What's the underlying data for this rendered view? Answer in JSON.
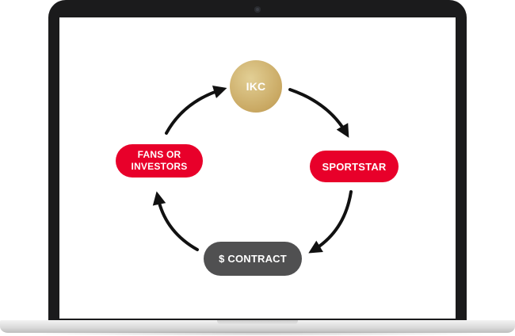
{
  "diagram": {
    "nodes": {
      "ikc": "IKC",
      "fans_line1": "FANS OR",
      "fans_line2": "INVESTORS",
      "sportstar": "SPORTSTAR",
      "contract": "$ CONTRACT"
    },
    "flow": [
      "IKC",
      "SPORTSTAR",
      "$ CONTRACT",
      "FANS OR INVESTORS"
    ],
    "colors": {
      "accent_red": "#e8002a",
      "gold": "#c9a862",
      "dark_grey": "#505051",
      "arrow": "#111111"
    }
  }
}
